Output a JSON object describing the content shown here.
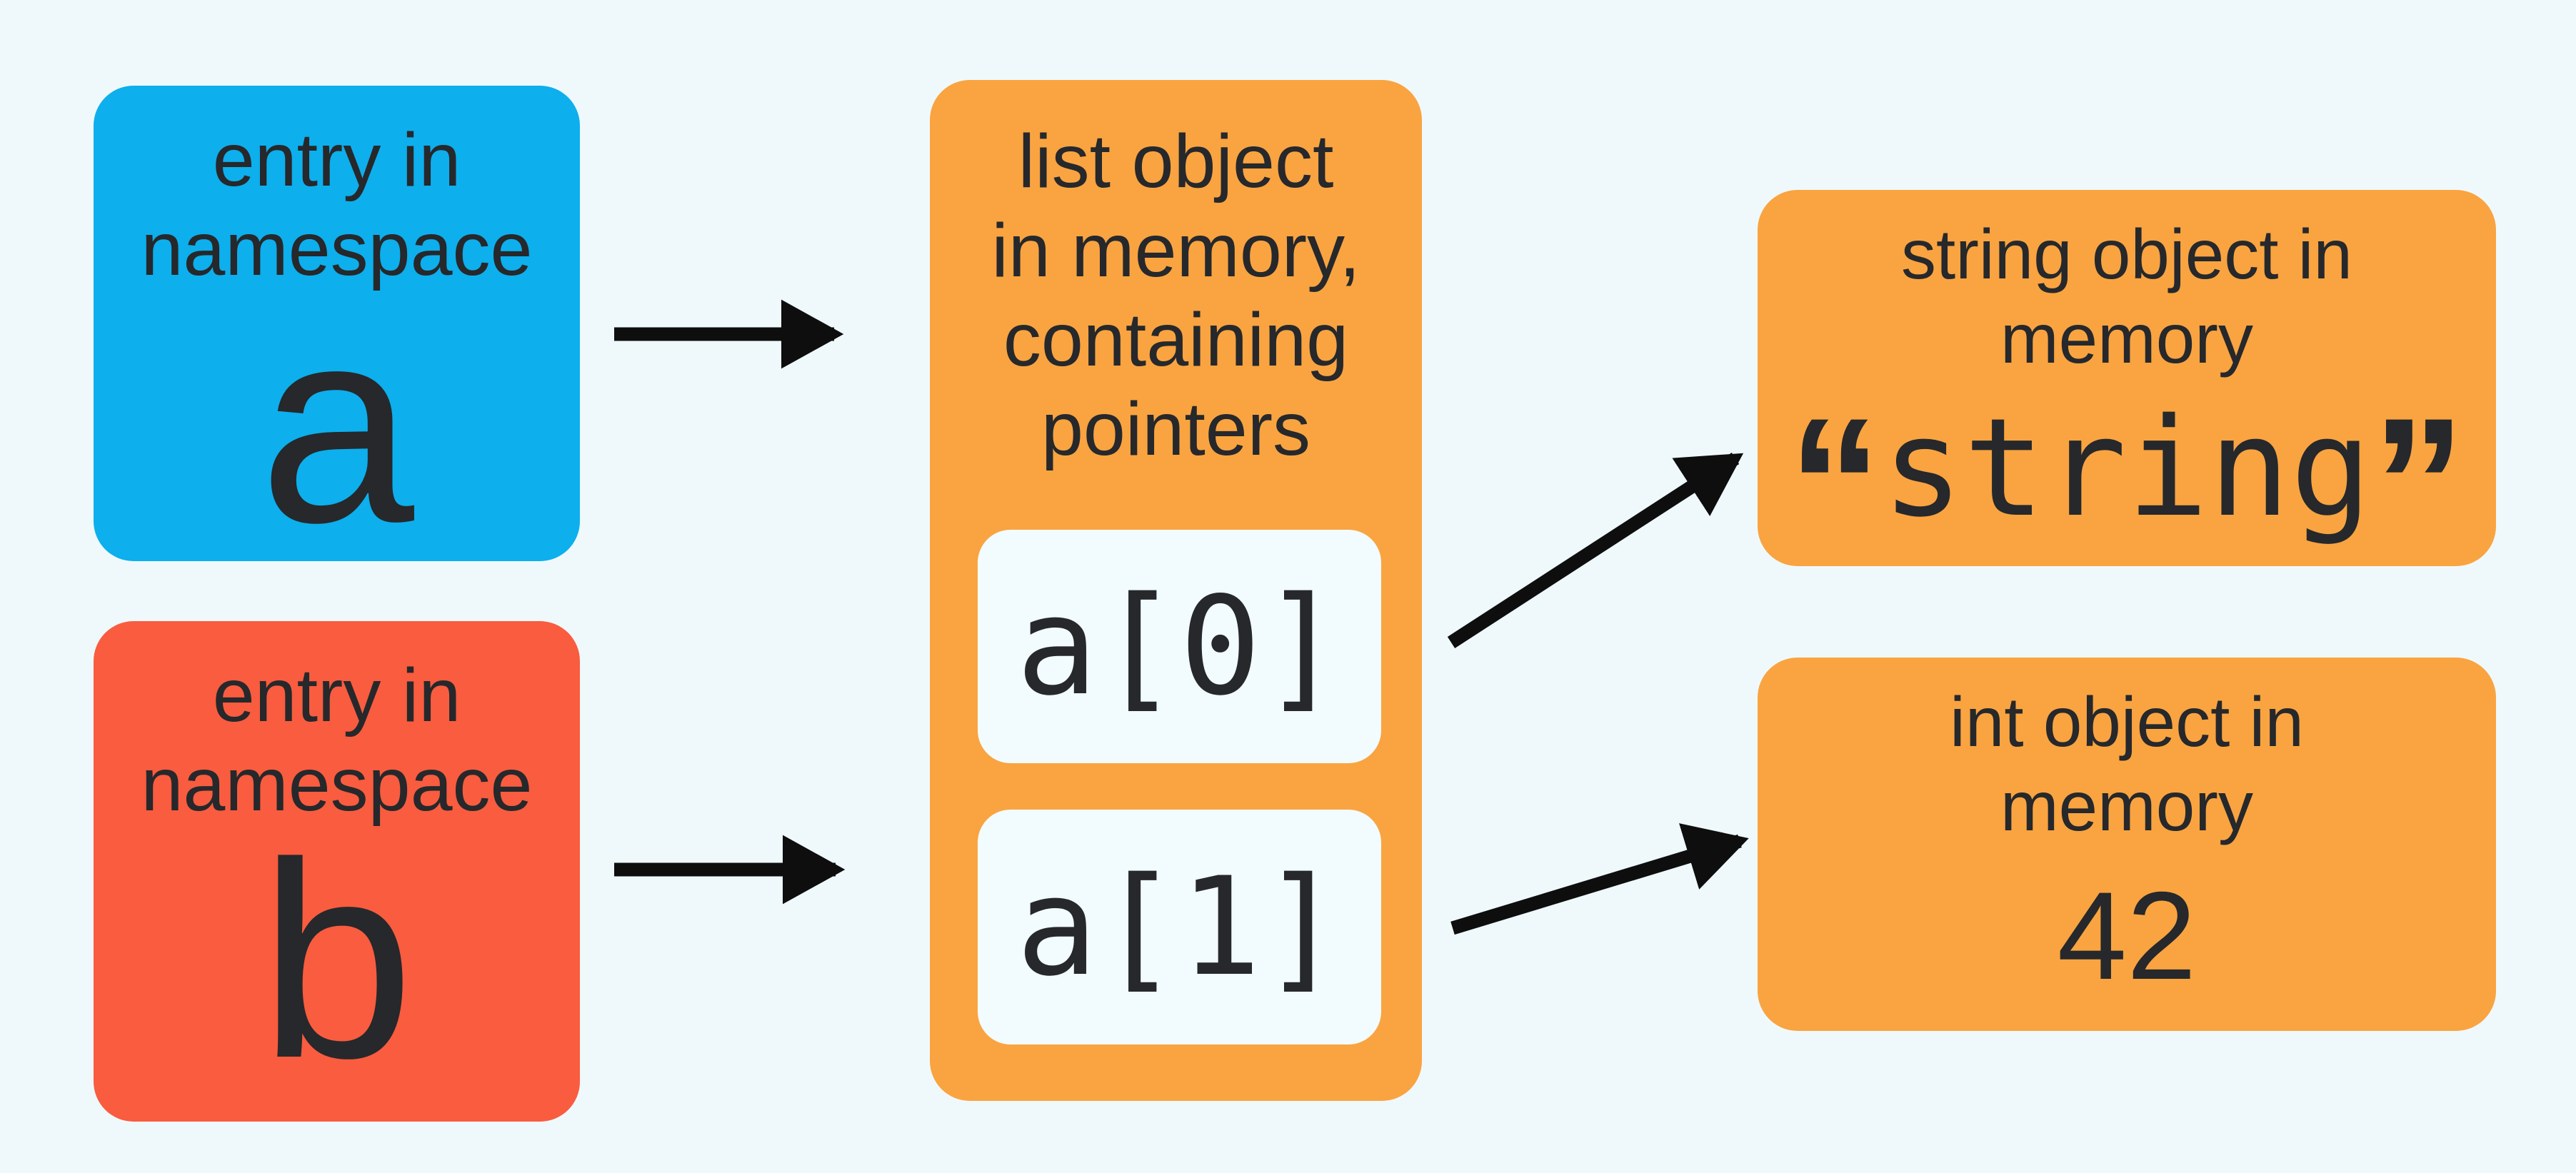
{
  "diagram": {
    "title": "python list pointers diagram",
    "colors": {
      "background": "#EFF9FC",
      "blue": "#0DAFED",
      "red": "#F95C3F",
      "orange": "#F9A441",
      "card": "#F2FBFD",
      "ink": "#26282B",
      "arrow": "#0E0E0E"
    },
    "nodes": {
      "namespace_a": {
        "label_lines": [
          "entry in",
          "namespace"
        ],
        "value": "a"
      },
      "namespace_b": {
        "label_lines": [
          "entry in",
          "namespace"
        ],
        "value": "b"
      },
      "list_object": {
        "label_lines": [
          "list object",
          "in memory,",
          "containing",
          "pointers"
        ],
        "items": [
          "a[0]",
          "a[1]"
        ]
      },
      "string_object": {
        "label_lines": [
          "string object in",
          "memory"
        ],
        "quote_open": "“",
        "value": "string",
        "quote_close": "”"
      },
      "int_object": {
        "label_lines": [
          "int object in",
          "memory"
        ],
        "value": "42"
      }
    },
    "arrows": [
      {
        "name": "arrow-a-to-list",
        "from": "namespace-a",
        "to": "list-object"
      },
      {
        "name": "arrow-b-to-list",
        "from": "namespace-b",
        "to": "list-object"
      },
      {
        "name": "arrow-a0-to-string",
        "from": "list-item-a0",
        "to": "string-object"
      },
      {
        "name": "arrow-a1-to-int",
        "from": "list-item-a1",
        "to": "int-object"
      }
    ]
  }
}
